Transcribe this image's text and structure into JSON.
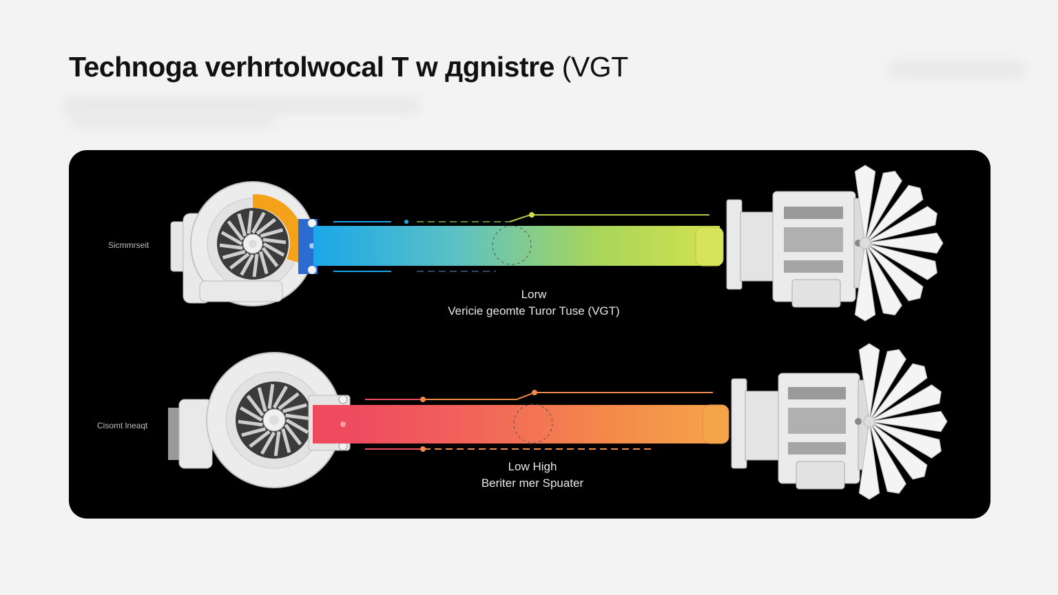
{
  "title": {
    "bold": "Technoga verhrtolwocal T w дgnistre",
    "light": "(VGT"
  },
  "diagram": {
    "top": {
      "side_label": "Sicmmrseit",
      "caption_line1": "Lorw",
      "caption_line2": "Vericie geomte Turor Tuse (VGT)",
      "gradient": [
        "#1aa7ea",
        "#5cc1c4",
        "#a9d65a",
        "#d4e24e"
      ]
    },
    "bottom": {
      "side_label": "Cisomt lneaqt",
      "caption_line1": "Low High",
      "caption_line2": "Beriter mer Spuater",
      "gradient": [
        "#ee4b5e",
        "#f2665a",
        "#f48a4a",
        "#f5a44a"
      ]
    },
    "accent_orange": "#f5a21b"
  }
}
